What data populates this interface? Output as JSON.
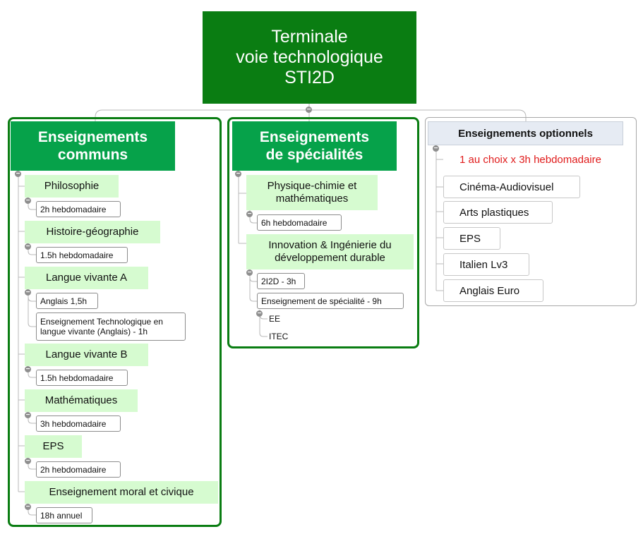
{
  "root": {
    "title": "Terminale\nvoie technologique\nSTI2D"
  },
  "toggle_icon": "minus-circle-icon",
  "colors": {
    "dark_green": "#0a7d12",
    "header_green": "#06a24a",
    "topic_green": "#d6fbd0",
    "optional_header": "#e6ebf3",
    "red_text": "#e01b1b"
  },
  "communs": {
    "title": "Enseignements\ncommuns",
    "items": [
      {
        "label": "Philosophie",
        "tags": [
          "2h hebdomadaire"
        ]
      },
      {
        "label": "Histoire-géographie",
        "tags": [
          "1.5h hebdomadaire"
        ]
      },
      {
        "label": "Langue vivante A",
        "tags": [
          "Anglais 1,5h",
          "Enseignement Technologique en\nlangue vivante (Anglais) - 1h"
        ]
      },
      {
        "label": "Langue vivante B",
        "tags": [
          "1.5h hebdomadaire"
        ]
      },
      {
        "label": "Mathématiques",
        "tags": [
          "3h hebdomadaire"
        ]
      },
      {
        "label": "EPS",
        "tags": [
          "2h hebdomadaire"
        ]
      },
      {
        "label": "Enseignement moral et civique",
        "tags": [
          "18h annuel"
        ]
      }
    ]
  },
  "specialites": {
    "title": "Enseignements\nde spécialités",
    "items": [
      {
        "label": "Physique-chimie et\nmathématiques",
        "tags": [
          "6h hebdomadaire"
        ]
      },
      {
        "label": "Innovation & Ingénierie du\ndéveloppement durable",
        "tags": [
          "2I2D - 3h",
          "Enseignement de spécialité - 9h"
        ],
        "subs": [
          "EE",
          "ITEC"
        ]
      }
    ]
  },
  "optionnels": {
    "title": "Enseignements optionnels",
    "note": "1 au choix x 3h hebdomadaire",
    "items": [
      "Cinéma-Audiovisuel",
      "Arts plastiques",
      "EPS",
      "Italien Lv3",
      "Anglais Euro"
    ]
  }
}
